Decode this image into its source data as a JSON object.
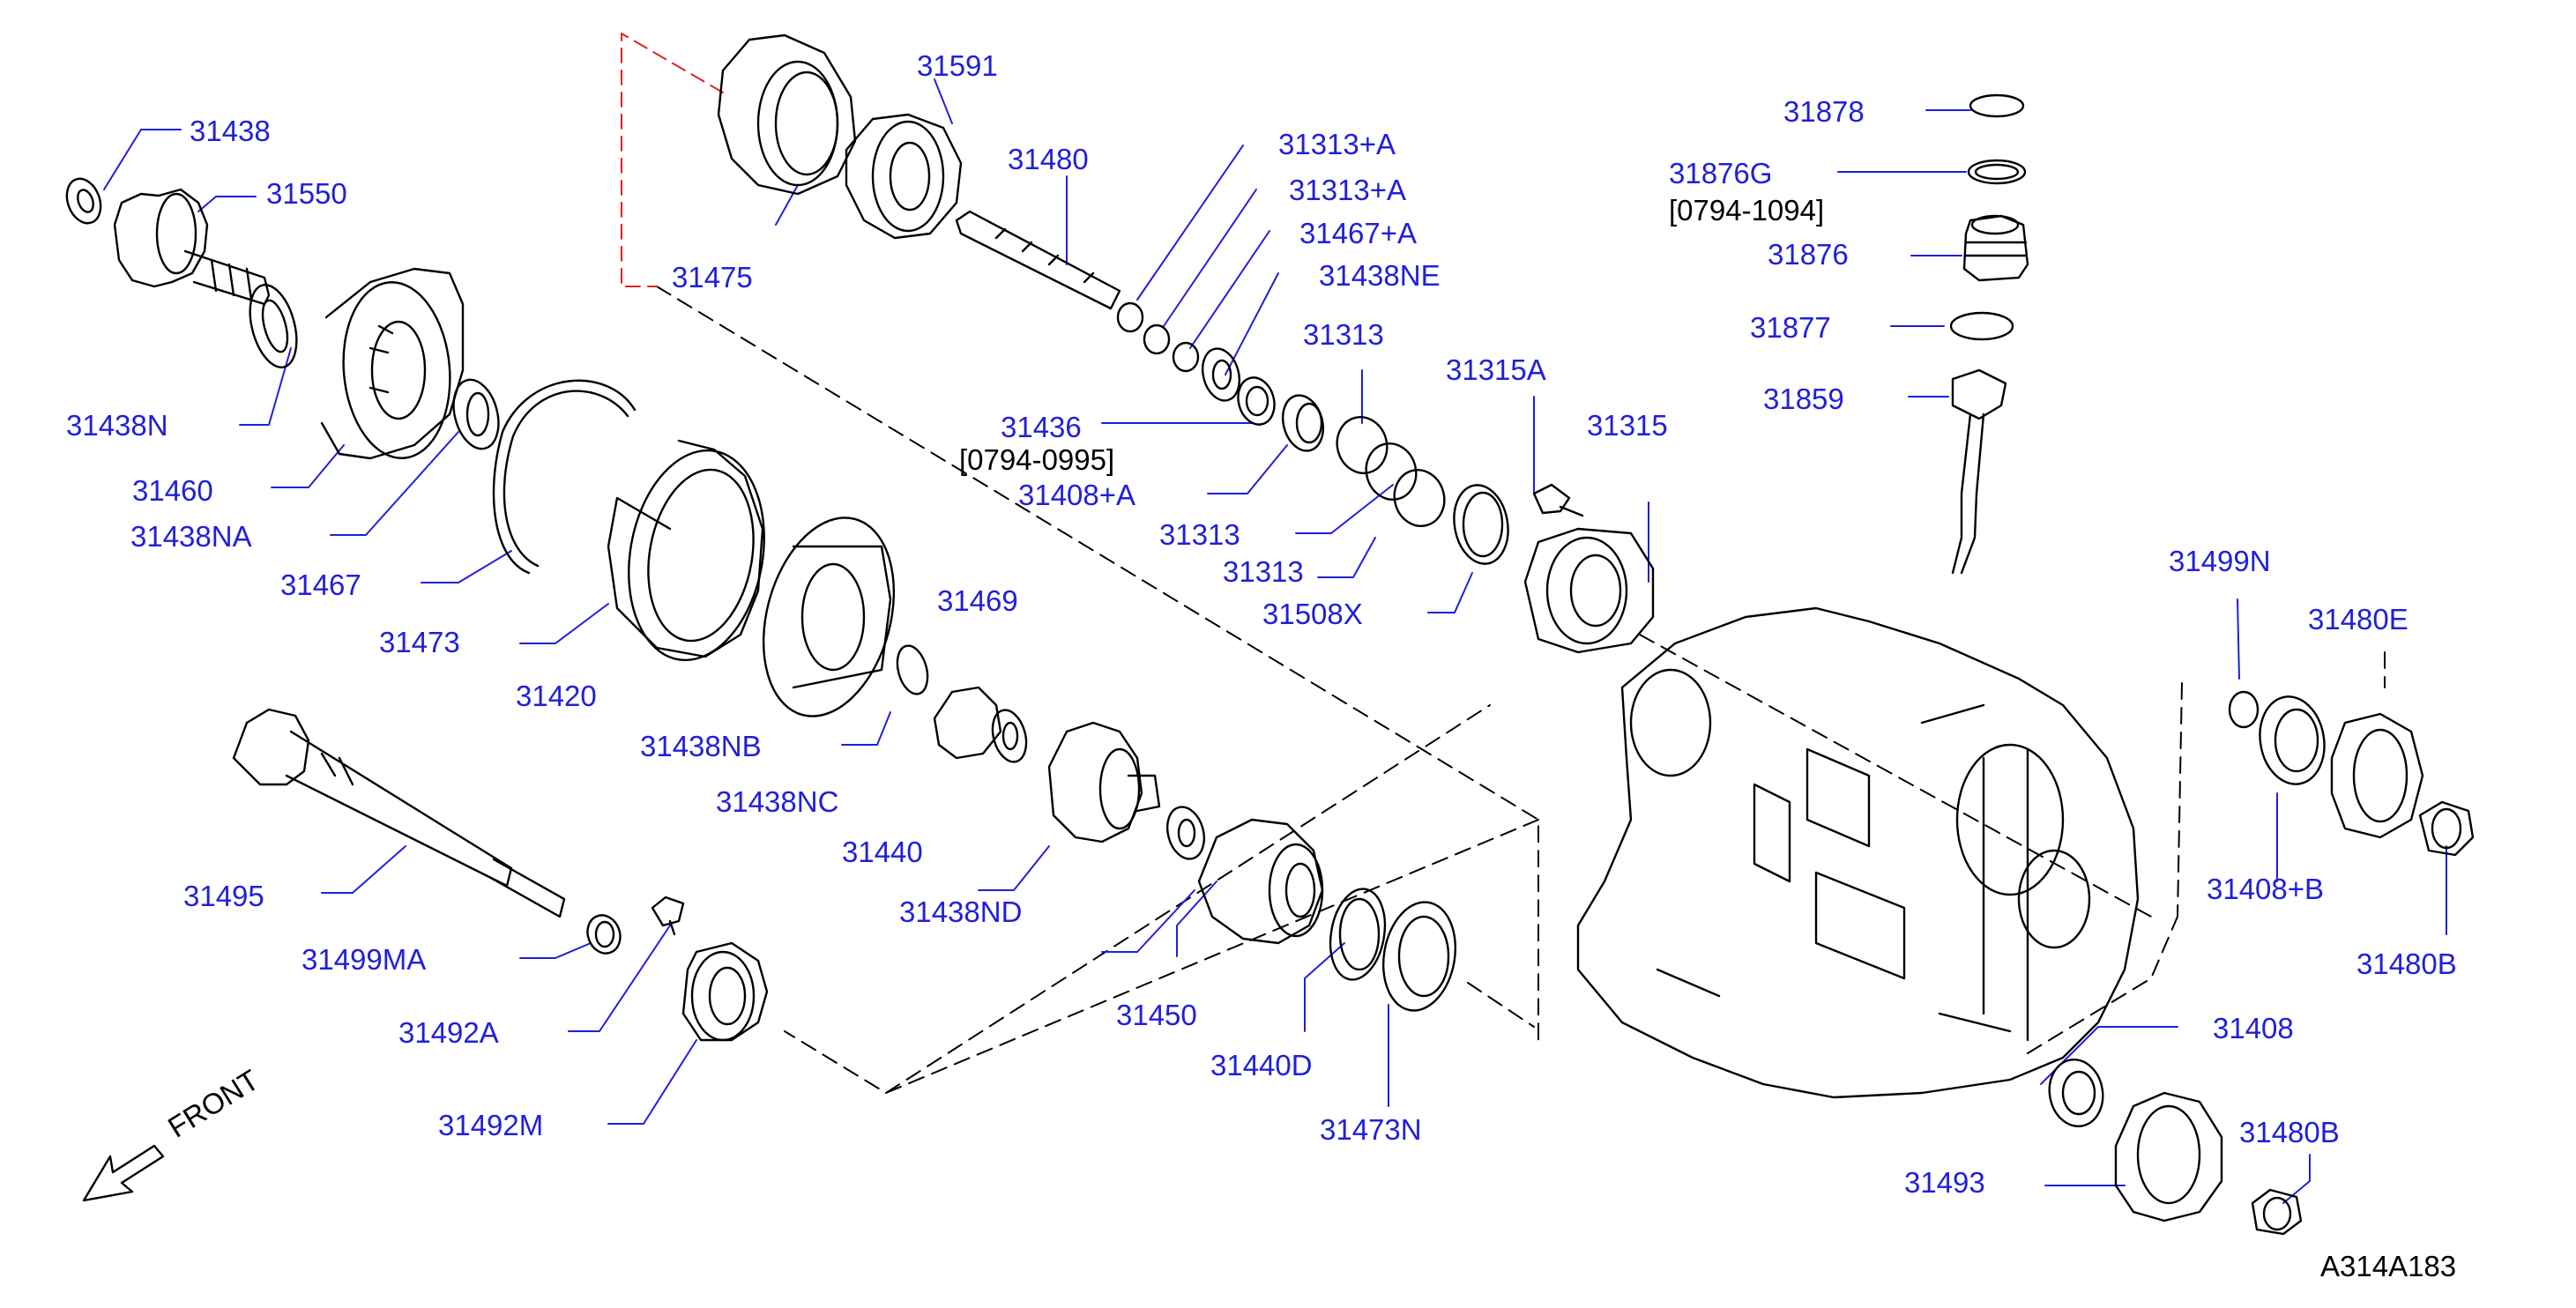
{
  "diagram": {
    "code": "A314A183",
    "front_label": "FRONT",
    "colors": {
      "label": "#2020d8",
      "line": "#000000",
      "leader_blue": "#2020d8",
      "dash_red": "#e02020"
    },
    "labels": {
      "l31438": "31438",
      "l31550": "31550",
      "l31438N": "31438N",
      "l31460": "31460",
      "l31438NA": "31438NA",
      "l31467": "31467",
      "l31473": "31473",
      "l31420": "31420",
      "l31438NB": "31438NB",
      "l31469": "31469",
      "l31438NC": "31438NC",
      "l31440": "31440",
      "l31438ND": "31438ND",
      "l31495": "31495",
      "l31499MA": "31499MA",
      "l31492A": "31492A",
      "l31492M": "31492M",
      "l31475": "31475",
      "l31591": "31591",
      "l31480": "31480",
      "l31313A_1": "31313+A",
      "l31313A_2": "31313+A",
      "l31467A": "31467+A",
      "l31438NE": "31438NE",
      "l31313_top": "31313",
      "l31436": "31436",
      "l31436_note": "[0794-0995]",
      "l31408A": "31408+A",
      "l31313_mid": "31313",
      "l31313_low": "31313",
      "l31508X": "31508X",
      "l31315A": "31315A",
      "l31315": "31315",
      "l31450": "31450",
      "l31440D": "31440D",
      "l31473N": "31473N",
      "l31878": "31878",
      "l31876G": "31876G",
      "l31876G_note": "[0794-1094]",
      "l31876": "31876",
      "l31877": "31877",
      "l31859": "31859",
      "l31499N": "31499N",
      "l31480E": "31480E",
      "l31408B": "31408+B",
      "l31480B_1": "31480B",
      "l31408": "31408",
      "l31480B_2": "31480B",
      "l31493": "31493"
    }
  }
}
